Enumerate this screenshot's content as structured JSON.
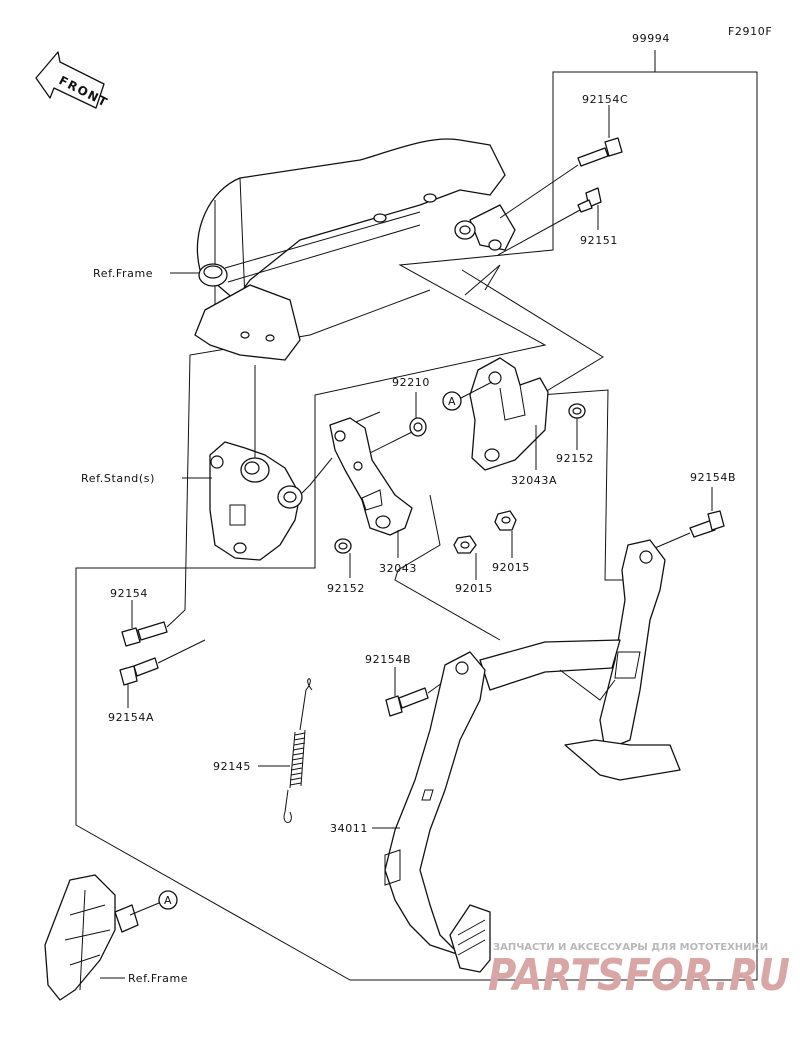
{
  "figure_code": "F2910F",
  "front_arrow": {
    "text": "FRONT",
    "icon": "front-arrow-icon"
  },
  "ref_labels": {
    "frame_top": "Ref.Frame",
    "stands": "Ref.Stand(s)",
    "frame_bottom": "Ref.Frame"
  },
  "callout": {
    "a_top": "A",
    "a_bottom": "A"
  },
  "parts": {
    "kit": "99994",
    "bolt_92154C": "92154C",
    "bolt_92151": "92151",
    "collar_92210": "92210",
    "bracket_32043A": "32043A",
    "collar_92152_right": "92152",
    "bolt_92154B_right": "92154B",
    "bracket_32043": "32043",
    "nut_92015_a": "92015",
    "nut_92015_b": "92015",
    "collar_92152_left": "92152",
    "bolt_92154": "92154",
    "bolt_92154A": "92154A",
    "bolt_92154B_left": "92154B",
    "spring_92145": "92145",
    "stand_34011": "34011"
  },
  "watermark": {
    "tagline": "ЗАПЧАСТИ И АКСЕССУАРЫ ДЛЯ МОТОТЕХНИКИ",
    "logo": "PARTSFOR.RU"
  },
  "colors": {
    "line": "#111111",
    "background": "#ffffff",
    "watermark_logo": "#d9a6a6",
    "watermark_text": "#b8b8b8"
  }
}
